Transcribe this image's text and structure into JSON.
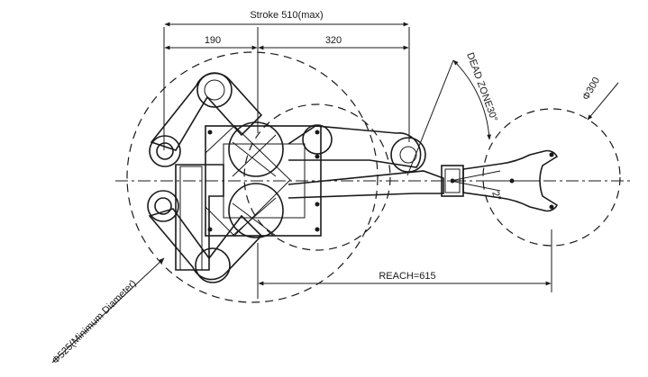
{
  "labels": {
    "stroke": "Stroke 510(max)",
    "left_segment": "190",
    "right_segment": "320",
    "dead_zone": "DEAD ZONE30°",
    "end_diameter": "Φ300",
    "reach": "REACH=615",
    "min_diameter": "Φ525(Minimum Diameter)",
    "angle_mark": "2°"
  }
}
